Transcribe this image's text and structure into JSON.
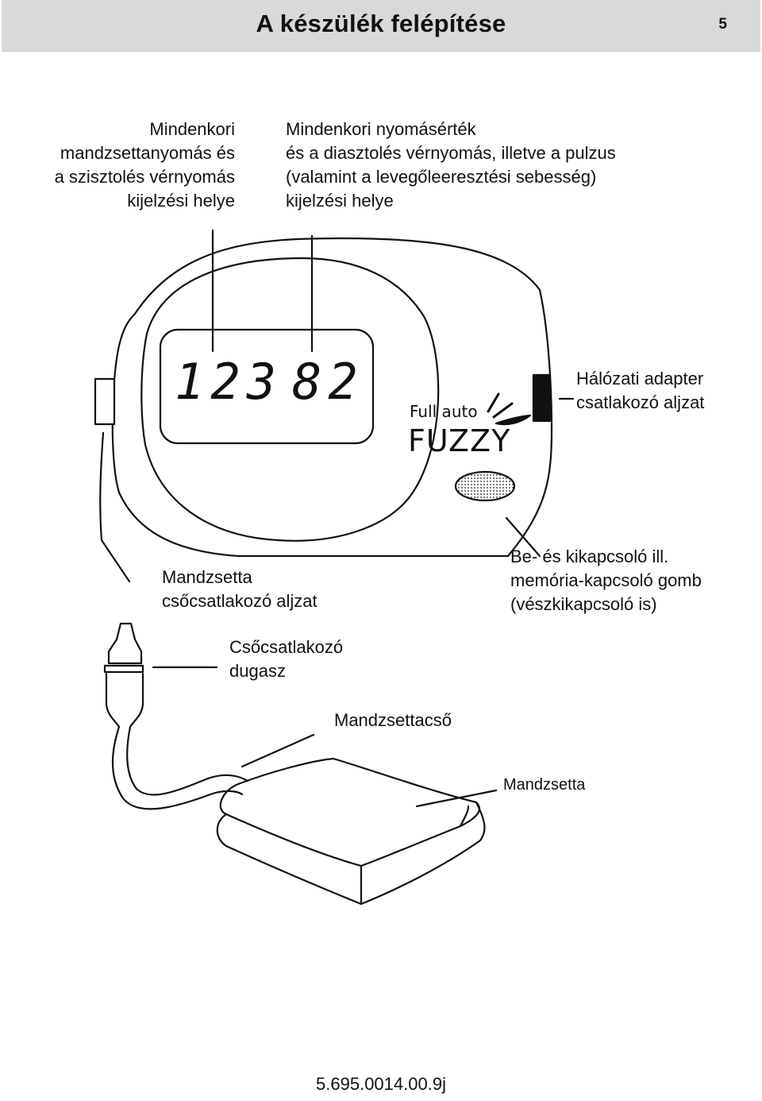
{
  "header": {
    "title": "A készülék felépítése",
    "page_number": "5"
  },
  "labels": {
    "cuff_pressure_systolic": "Mindenkori\nmandzsettanyomás és\na szisztolés vérnyomás\nkijelzési helye",
    "pressure_diastolic_pulse": "Mindenkori nyomásérték\nés a diasztolés vérnyomás, illetve a pulzus\n(valamint a levegőleeresztési sebesség)\nkijelzési helye",
    "adapter_socket": "Hálózati adapter\ncsatlakozó aljzat",
    "cuff_hose_socket": "Mandzsetta\ncsőcsatlakozó aljzat",
    "power_memory_button": "Be- és kikapcsoló ill.\nmemória-kapcsoló gomb\n(vészkikapcsoló is)",
    "hose_plug": "Csőcsatlakozó\ndugasz",
    "cuff_hose": "Mandzsettacső",
    "cuff": "Mandzsetta"
  },
  "device": {
    "display_left": "123",
    "display_right": "82",
    "mode_text": "Full auto",
    "brand_text": "FUZZY"
  },
  "footer": {
    "doc_code": "5.695.0014.00.9j"
  }
}
